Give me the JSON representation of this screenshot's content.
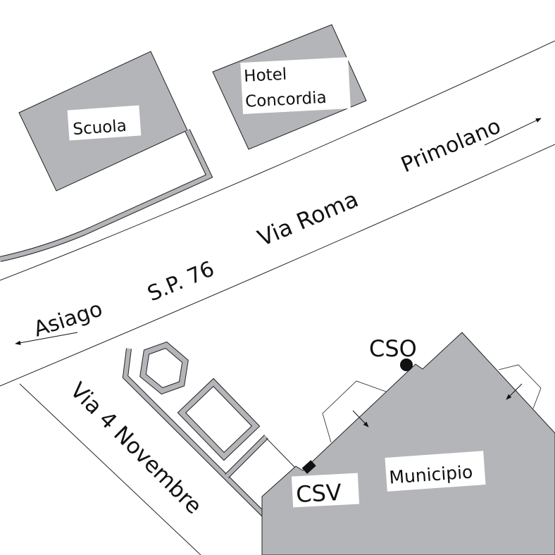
{
  "colors": {
    "building": "#b4b5b8",
    "line": "#222222",
    "marker": "#111111",
    "label_bg": "#ffffff"
  },
  "buildings": {
    "scuola": "Scuola",
    "hotel_line1": "Hotel",
    "hotel_line2": "Concordia",
    "municipio": "Municipio"
  },
  "roads": {
    "via_roma": "Via Roma",
    "sp": "S.P. 76",
    "asiago": "Asiago",
    "primolano": "Primolano",
    "via_4_novembre": "Via 4 Novembre"
  },
  "markers": {
    "cso": "CSO",
    "csv": "CSV"
  }
}
